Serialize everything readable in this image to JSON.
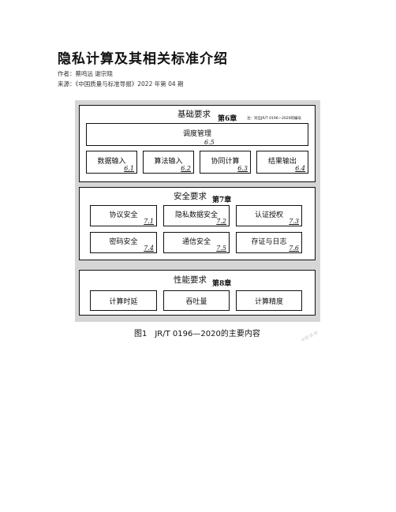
{
  "article": {
    "title": "隐私计算及其相关标准介绍",
    "author_line": "作者：蔡鸣远 谢宗晓",
    "source_line": "来源：《中国质量与标准导报》2022 年第 04 期"
  },
  "figure": {
    "caption": "图1　JR/T 0196—2020的主要内容",
    "groups": {
      "basic": {
        "title": "基础要求",
        "chapter": "第6章",
        "note": "注：对应JR/T 0196—2020的编号",
        "scheduling": {
          "label": "调度管理",
          "number": "6.5"
        },
        "items": [
          {
            "label": "数据输入",
            "number": "6.1"
          },
          {
            "label": "算法输入",
            "number": "6.2"
          },
          {
            "label": "协同计算",
            "number": "6.3"
          },
          {
            "label": "结果输出",
            "number": "6.4"
          }
        ]
      },
      "security": {
        "title": "安全要求",
        "chapter": "第7章",
        "items": [
          {
            "label": "协议安全",
            "number": "7.1"
          },
          {
            "label": "隐私数据安全",
            "number": "7.2"
          },
          {
            "label": "认证授权",
            "number": "7.3"
          },
          {
            "label": "密码安全",
            "number": "7.4"
          },
          {
            "label": "通信安全",
            "number": "7.5"
          },
          {
            "label": "存证与日志",
            "number": "7.6"
          }
        ]
      },
      "performance": {
        "title": "性能要求",
        "chapter": "第8章",
        "items": [
          {
            "label": "计算时延"
          },
          {
            "label": "吞吐量"
          },
          {
            "label": "计算精度"
          }
        ]
      }
    }
  },
  "watermark": "中国·质·标"
}
